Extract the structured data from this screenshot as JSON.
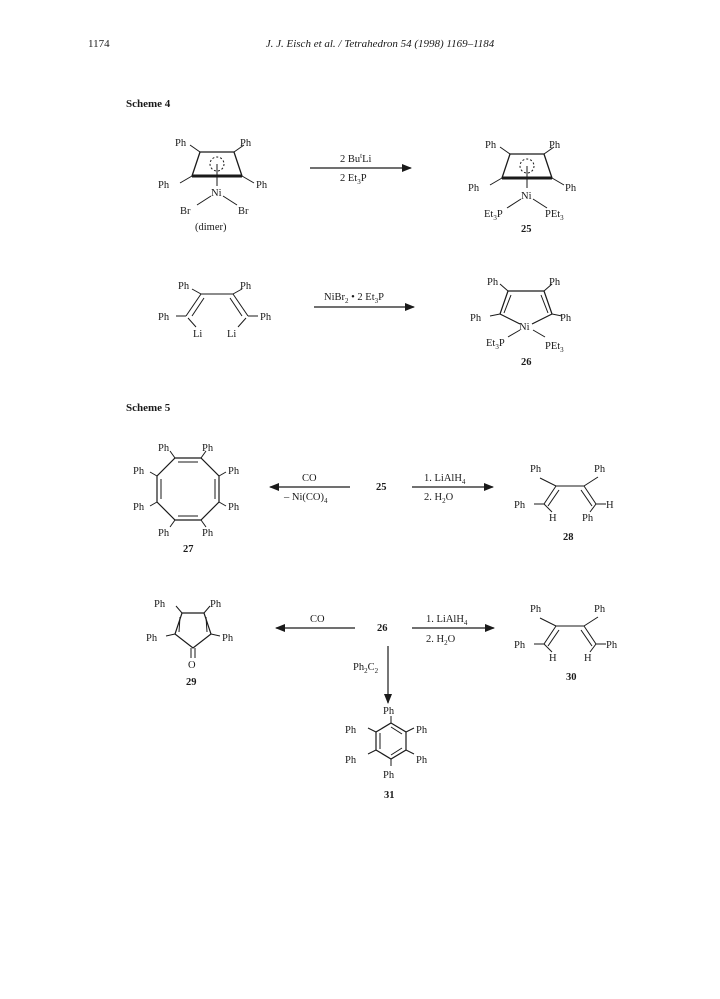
{
  "header": {
    "page_number": "1174",
    "running_title": "J. J. Eisch et al. / Tetrahedron 54 (1998) 1169–1184"
  },
  "scheme4": {
    "title": "Scheme 4",
    "r1": {
      "reactant": {
        "ph": "Ph",
        "ni": "Ni",
        "br": "Br",
        "note": "(dimer)"
      },
      "reagent_top": "2 Bu",
      "reagent_top_sup": "t",
      "reagent_top_end": "Li",
      "reagent_bottom": "2 Et",
      "reagent_bottom_sub": "3",
      "reagent_bottom_end": "P",
      "product": {
        "ph": "Ph",
        "ni": "Ni",
        "et3p": "Et",
        "sub3": "3",
        "p": "P",
        "pet3": "PEt",
        "number": "25"
      }
    },
    "r2": {
      "reactant": {
        "ph": "Ph",
        "li": "Li"
      },
      "reagent": "NiBr",
      "reagent_sub": "2",
      "reagent_end": " • 2 Et",
      "reagent_sub2": "3",
      "reagent_end2": "P",
      "product": {
        "ph": "Ph",
        "ni": "Ni",
        "et3p": "Et",
        "sub3": "3",
        "p": "P",
        "pet3": "PEt",
        "number": "26"
      }
    }
  },
  "scheme5": {
    "title": "Scheme 5",
    "r3": {
      "center": "25",
      "left_reagent_top": "CO",
      "left_reagent_bottom": "– Ni(CO)",
      "left_reagent_bottom_sub": "4",
      "right_reagent_top": "1. LiAlH",
      "right_reagent_top_sub": "4",
      "right_reagent_bottom": "2. H",
      "right_reagent_bottom_sub": "2",
      "right_reagent_bottom_end": "O",
      "left_product": {
        "ph": "Ph",
        "number": "27"
      },
      "right_product": {
        "ph": "Ph",
        "h": "H",
        "number": "28"
      }
    },
    "r4": {
      "center": "26",
      "left_reagent": "CO",
      "right_reagent_top": "1. LiAlH",
      "right_reagent_top_sub": "4",
      "right_reagent_bottom": "2. H",
      "right_reagent_bottom_sub": "2",
      "right_reagent_bottom_end": "O",
      "down_reagent": "Ph",
      "down_reagent_sub1": "2",
      "down_reagent_mid": "C",
      "down_reagent_sub2": "2",
      "left_product": {
        "ph": "Ph",
        "o": "O",
        "number": "29"
      },
      "right_product": {
        "ph": "Ph",
        "h": "H",
        "number": "30"
      },
      "down_product": {
        "ph": "Ph",
        "number": "31"
      }
    }
  }
}
